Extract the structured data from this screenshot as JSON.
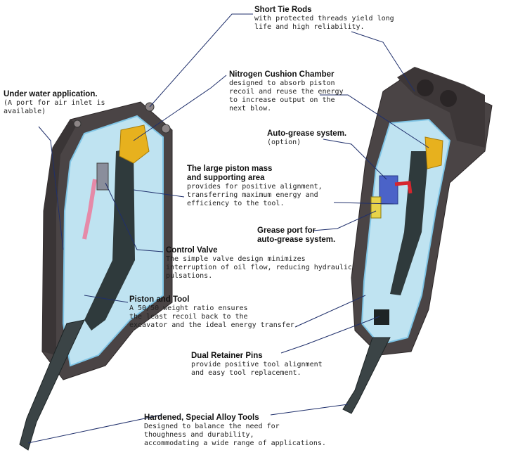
{
  "colors": {
    "body_dark": "#4a4445",
    "body_mid": "#5d5657",
    "cutaway_fill": "#bfe3f1",
    "cutaway_edge": "#7fc5e6",
    "piston": "#2f3a3c",
    "nitrogen_chamber": "#e7b11e",
    "oil_line": "#e58aa8",
    "leader_line": "#1f2f6b"
  },
  "callouts": [
    {
      "id": "short-tie-rods",
      "title": "Short Tie Rods",
      "desc": "with protected threads yield long\nlife and high reliability."
    },
    {
      "id": "nitrogen",
      "title": "Nitrogen Cushion Chamber",
      "desc": "designed to absorb piston\nrecoil and reuse the energy\nto increase output on the\nnext blow."
    },
    {
      "id": "under-water",
      "title": "Under water application.",
      "desc": "(A port for air inlet is\navailable)"
    },
    {
      "id": "auto-grease",
      "title": "Auto-grease system.",
      "desc": "(option)"
    },
    {
      "id": "piston-mass",
      "title": "The large piston mass\nand supporting area",
      "desc": "provides for positive alignment,\ntransferring maximum energy and\nefficiency to the tool."
    },
    {
      "id": "grease-port",
      "title": "Grease port for\nauto-grease system.",
      "desc": ""
    },
    {
      "id": "control-valve",
      "title": "Control Valve",
      "desc": "The simple valve design minimizes\ninterruption of oil flow, reducing hydraulic\npulsations."
    },
    {
      "id": "piston-tool",
      "title": "Piston and Tool",
      "desc": "A 50/50 weight ratio ensures\nthe least recoil back to the\nexcavator and the ideal energy transfer."
    },
    {
      "id": "retainer-pins",
      "title": "Dual Retainer Pins",
      "desc": "provide positive tool alignment\nand easy tool replacement."
    },
    {
      "id": "alloy-tools",
      "title": "Hardened, Special Alloy Tools",
      "desc": "Designed to balance the need for\nthoughness and durability,\naccommodating a wide range of applications."
    }
  ]
}
